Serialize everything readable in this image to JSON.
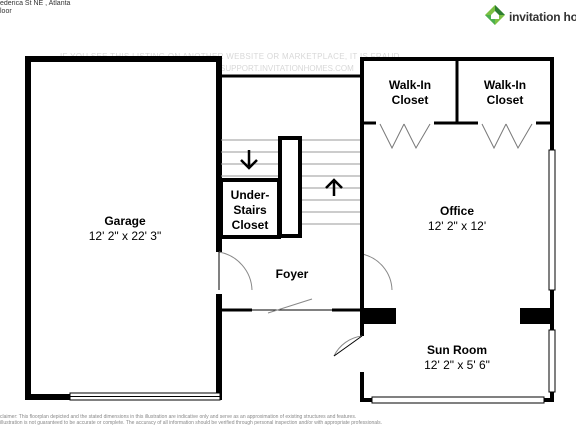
{
  "header": {
    "address": "ederica St NE , Atlanta",
    "floor": "loor"
  },
  "brand": {
    "name": "invitation hor",
    "colors": {
      "dark": "#2e7d32",
      "light": "#7cc142"
    }
  },
  "watermark": {
    "line1": "IF YOU SEE THIS LISTING ON ANOTHER WEBSITE OR MARKETPLACE, IT IS FRAUD",
    "line2": "SUPPORT.INVITATIONHOMES.COM"
  },
  "rooms": {
    "garage": {
      "name": "Garage",
      "size": "12' 2\" x 22' 3\""
    },
    "walkin1": {
      "name": "Walk-In",
      "name2": "Closet"
    },
    "walkin2": {
      "name": "Walk-In",
      "name2": "Closet"
    },
    "understairs": {
      "name": "Under-",
      "name2": "Stairs",
      "name3": "Closet"
    },
    "office": {
      "name": "Office",
      "size": "12' 2\" x 12'"
    },
    "foyer": {
      "name": "Foyer"
    },
    "sunroom": {
      "name": "Sun Room",
      "size": "12' 2\" x 5' 6\""
    }
  },
  "disclaimer": {
    "line1": "claimer: This floorplan depicted and the stated dimensions in this illustration are indicative only and serve as an approximation of existing structures and features.",
    "line2": "illustration is not guaranteed to be accurate or complete. The accuracy of all information should be verified through personal inspection and/or with appropriate professionals."
  }
}
